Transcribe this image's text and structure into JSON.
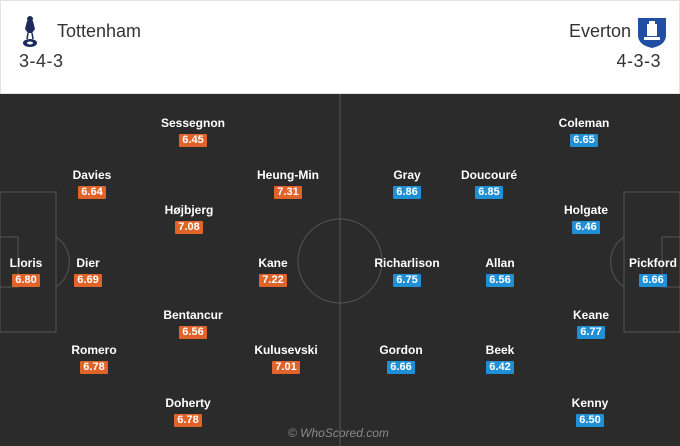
{
  "home": {
    "name": "Tottenham",
    "formation": "3-4-3",
    "crest_icon": "tottenham-cockerel-crest",
    "rating_color": "#e0632a",
    "players": [
      {
        "name": "Lloris",
        "rating": "6.80"
      },
      {
        "name": "Davies",
        "rating": "6.64"
      },
      {
        "name": "Dier",
        "rating": "6.69"
      },
      {
        "name": "Romero",
        "rating": "6.78"
      },
      {
        "name": "Sessegnon",
        "rating": "6.45"
      },
      {
        "name": "Højbjerg",
        "rating": "7.08"
      },
      {
        "name": "Bentancur",
        "rating": "6.56"
      },
      {
        "name": "Doherty",
        "rating": "6.78"
      },
      {
        "name": "Heung-Min",
        "rating": "7.31"
      },
      {
        "name": "Kane",
        "rating": "7.22"
      },
      {
        "name": "Kulusevski",
        "rating": "7.01"
      }
    ]
  },
  "away": {
    "name": "Everton",
    "formation": "4-3-3",
    "crest_icon": "everton-crest",
    "rating_color": "#1f8fd6",
    "players": [
      {
        "name": "Gray",
        "rating": "6.86"
      },
      {
        "name": "Richarlison",
        "rating": "6.75"
      },
      {
        "name": "Gordon",
        "rating": "6.66"
      },
      {
        "name": "Doucouré",
        "rating": "6.85"
      },
      {
        "name": "Allan",
        "rating": "6.56"
      },
      {
        "name": "Beek",
        "rating": "6.42"
      },
      {
        "name": "Coleman",
        "rating": "6.65"
      },
      {
        "name": "Holgate",
        "rating": "6.46"
      },
      {
        "name": "Keane",
        "rating": "6.77"
      },
      {
        "name": "Kenny",
        "rating": "6.50"
      },
      {
        "name": "Pickford",
        "rating": "6.66"
      }
    ]
  },
  "pitch_color": "#2b2b2b",
  "watermark": "© WhoScored.com"
}
